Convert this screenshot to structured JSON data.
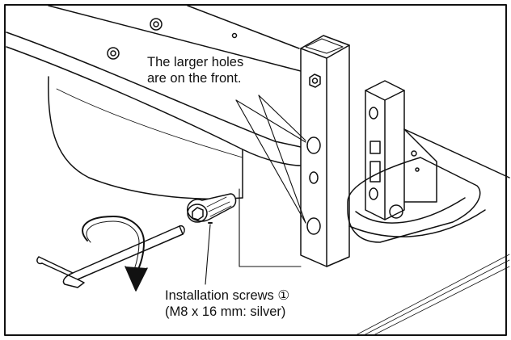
{
  "callouts": {
    "holes": {
      "line1": "The larger holes",
      "line2": "are on the front."
    },
    "screws": {
      "line1": "Installation screws ①",
      "line2": "(M8 x 16 mm: silver)"
    }
  },
  "colors": {
    "line": "#111111",
    "background": "#ffffff"
  }
}
